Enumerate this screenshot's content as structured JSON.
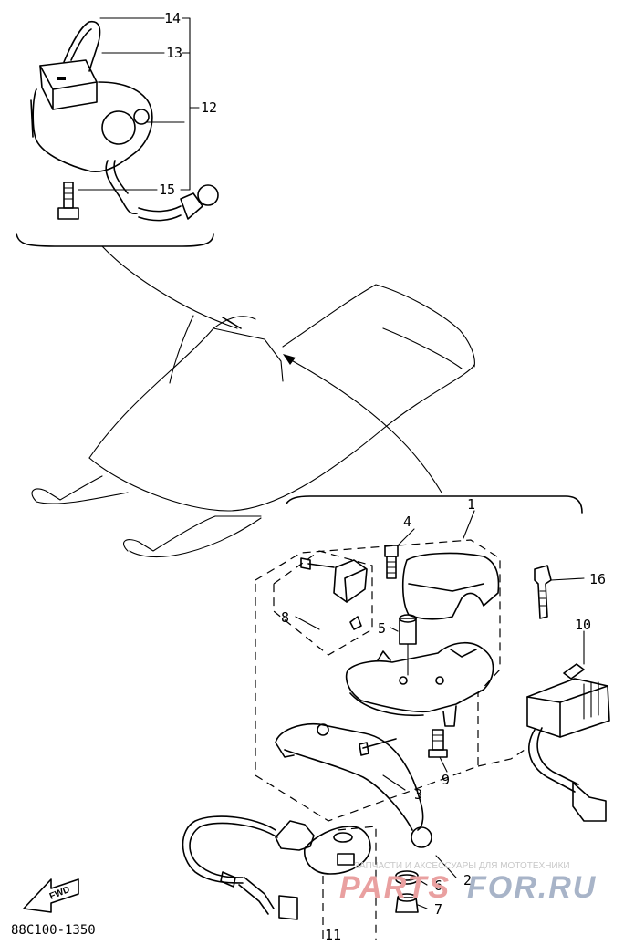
{
  "diagram": {
    "callouts": [
      "1",
      "2",
      "3",
      "4",
      "5",
      "6",
      "7",
      "8",
      "9",
      "10",
      "11",
      "12",
      "13",
      "14",
      "15",
      "16"
    ],
    "fwd_label": "FWD",
    "drawing_code": "88C100-1350",
    "watermark": {
      "caption": "ЗАПЧАСТИ И АКСЕССУАРЫ ДЛЯ МОТОТЕХНИКИ",
      "brand_left": "PARTS",
      "brand_right": "FOR.RU",
      "brand_left_color": "#e9a0a0",
      "brand_right_color": "#a8b4c8"
    }
  }
}
